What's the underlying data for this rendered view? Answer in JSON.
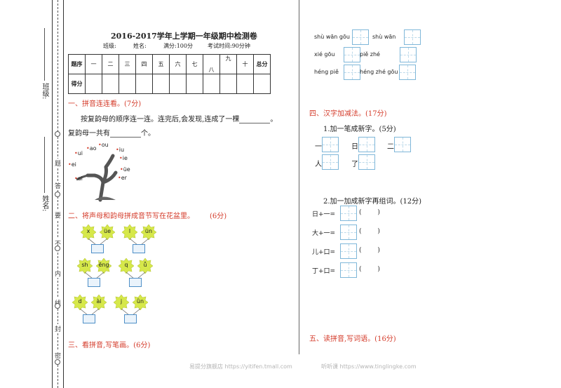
{
  "binding": {
    "class_label": "班级:",
    "name_label": "姓名:",
    "chars": [
      "题",
      "答",
      "要",
      "不",
      "内",
      "线",
      "封",
      "密"
    ]
  },
  "header": {
    "title": "2016-2017学年上学期一年级期中检测卷",
    "class_field": "班级:",
    "name_field": "姓名:",
    "full_score": "满分:100分",
    "exam_time": "考试时间:90分钟"
  },
  "score_table": {
    "row1_label": "题序",
    "row2_label": "得分",
    "columns": [
      "一",
      "二",
      "三",
      "四",
      "五",
      "六",
      "七",
      "八",
      "九",
      "十",
      "总分"
    ]
  },
  "section1": {
    "heading": "一、拼音连连看。(7分)",
    "line1": "按复韵母的顺序连一连。连完后,会发现,连成了一棵",
    "line1_end": "。",
    "line2_start": "复韵母一共有",
    "line2_end": "个。",
    "tree_labels": [
      "ou",
      "ao",
      "ui",
      "iu",
      "ei",
      "ie",
      "üe",
      "ai",
      "er"
    ]
  },
  "section2": {
    "heading": "二、将声母和韵母拼成音节写在花盆里。",
    "points": "(6分)",
    "pots": [
      {
        "left": "x",
        "right": "üe"
      },
      {
        "left": "l",
        "right": "ün"
      },
      {
        "left": "sh",
        "right": "ēng"
      },
      {
        "left": "q",
        "right": "ǚ"
      },
      {
        "left": "d",
        "right": "ài"
      },
      {
        "left": "j",
        "right": "ǜn"
      }
    ]
  },
  "section3": {
    "heading": "三、看拼音,写笔画。(6分)"
  },
  "strokes": [
    {
      "pinyin": "shù wān gōu"
    },
    {
      "pinyin": "shù wān"
    },
    {
      "pinyin": "xié gōu"
    },
    {
      "pinyin": "piě zhé"
    },
    {
      "pinyin": "héng piě"
    },
    {
      "pinyin": "héng zhé gōu"
    }
  ],
  "section4": {
    "heading": "四、汉字加减法。(17分)",
    "part1": "1.加一笔成新字。(5分)",
    "part1_chars": [
      "一",
      "日",
      "二",
      "人",
      "了"
    ],
    "part2": "2.加一加成新字再组词。(12分)",
    "equations": [
      "日+一=",
      "大+一=",
      "儿+口=",
      "丁+口="
    ],
    "paren": "(        )"
  },
  "section5": {
    "heading": "五、读拼音,写词语。(16分)"
  },
  "footer": {
    "left": "易提分旗舰店 https://yitifen.tmall.com",
    "right": "听听课 https://www.tinglingke.com"
  },
  "colors": {
    "heading_red": "#d43b2a",
    "flower": "#d6e84a",
    "pot": "#4e8fc7",
    "grid": "#7fb7d9"
  }
}
